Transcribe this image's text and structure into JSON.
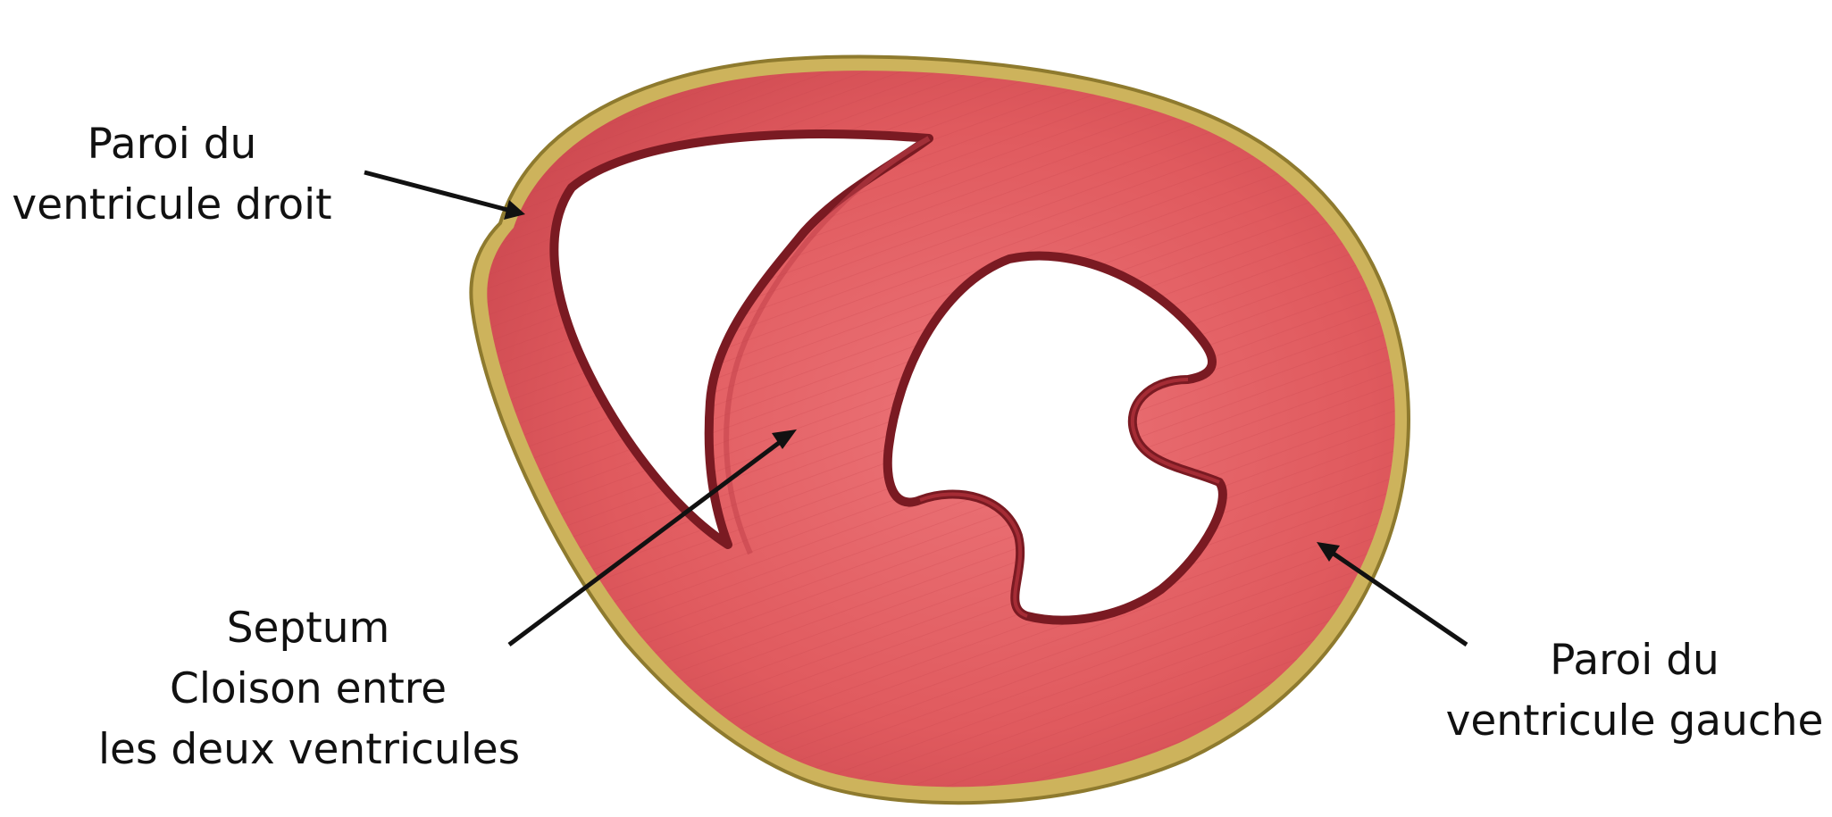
{
  "labels": {
    "right_ventricle_wall": [
      "Paroi du",
      "ventricule droit"
    ],
    "septum": [
      "Septum",
      "Cloison entre",
      "les deux ventricules"
    ],
    "left_ventricle_wall": [
      "Paroi du",
      "ventricule gauche"
    ]
  },
  "colors": {
    "muscle": "#e05a5e",
    "muscle_dark": "#c2414a",
    "epicardium": "#c9b25a",
    "cavity_edge": "#7a1a22",
    "arrow": "#111111"
  }
}
